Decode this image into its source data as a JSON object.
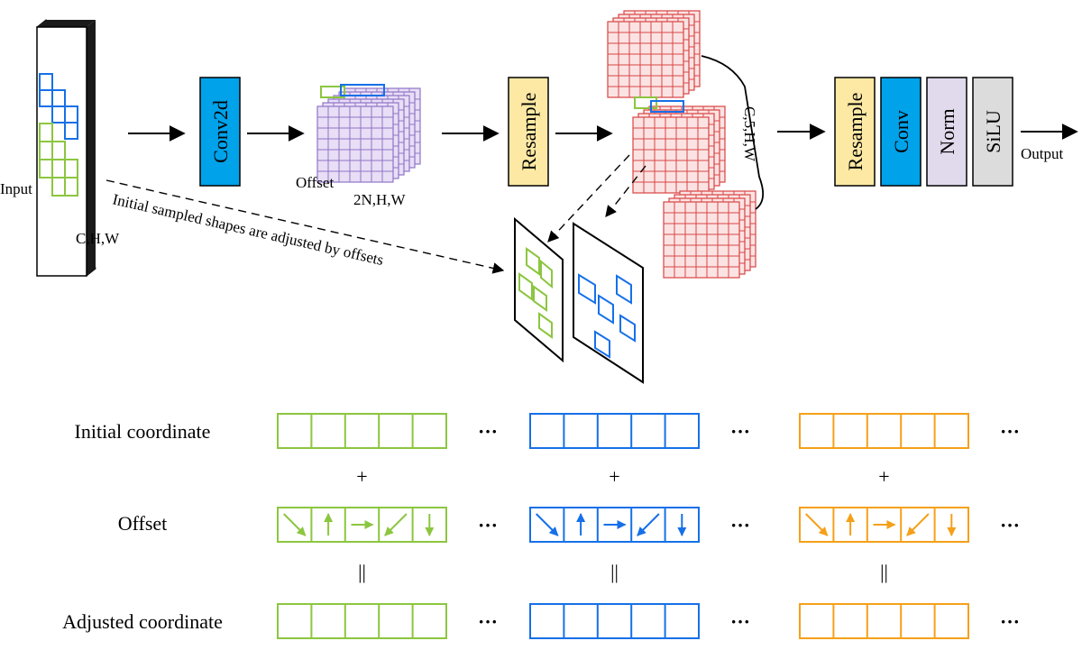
{
  "colors": {
    "green": "#8cc63f",
    "blue": "#1670e8",
    "orange": "#f5a01a",
    "red": "#d94444",
    "red_fill": "#fbe3e3",
    "purple": "#8f74c8",
    "purple_fill": "#e8def5",
    "conv_fill": "#00a2ea",
    "resample_fill": "#fde9a4",
    "norm_fill": "#e1daec",
    "silu_fill": "#dcdcdc"
  },
  "top": {
    "input_label": "Input",
    "input_dims": "C,H,W",
    "conv2d_label": "Conv2d",
    "offset_label": "Offset",
    "offset_dims": "2N,H,W",
    "resample1_label": "Resample",
    "stack_dims": "C,5,H,W",
    "dashed_note": "Initial sampled shapes are adjusted by offsets",
    "ops": [
      {
        "label": "Resample",
        "fill": "#fde9a4"
      },
      {
        "label": "Conv",
        "fill": "#00a2ea"
      },
      {
        "label": "Norm",
        "fill": "#e1daec"
      },
      {
        "label": "SiLU",
        "fill": "#dcdcdc"
      }
    ],
    "output_label": "Output"
  },
  "bottom": {
    "row_labels": [
      "Initial coordinate",
      "Offset",
      "Adjusted coordinate"
    ],
    "plus_sign": "+",
    "equals_sign": "||",
    "ellipsis": "···",
    "groups": [
      {
        "name": "green",
        "color": "#8cc63f"
      },
      {
        "name": "blue",
        "color": "#1670e8"
      },
      {
        "name": "orange",
        "color": "#f5a01a"
      }
    ],
    "arrow_icons": [
      "arrow-down-right-icon",
      "arrow-up-icon",
      "arrow-right-icon",
      "arrow-down-left-icon",
      "arrow-down-icon"
    ]
  }
}
